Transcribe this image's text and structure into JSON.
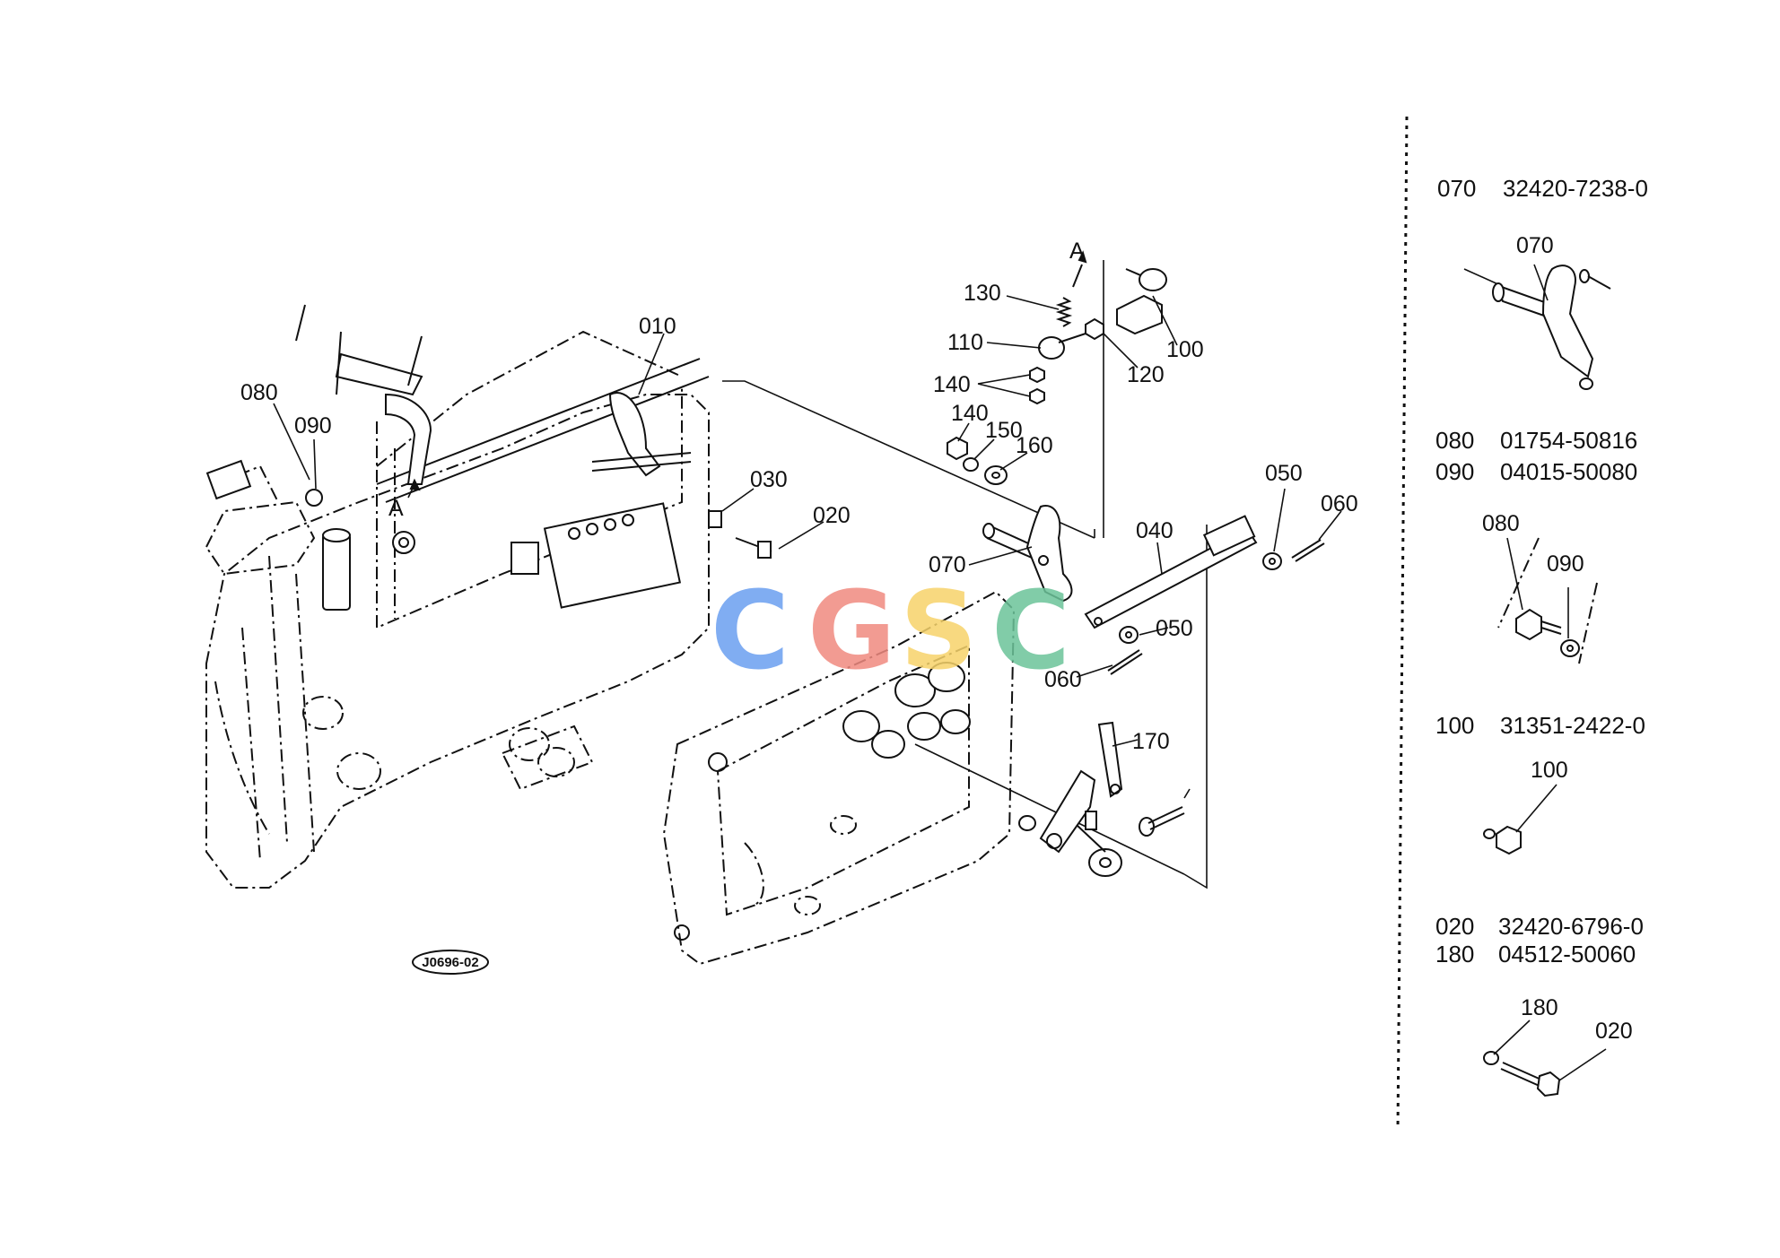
{
  "diagram": {
    "image_code": "J0696-02",
    "view_arrow_letter": "A",
    "callouts": [
      "010",
      "020",
      "030",
      "040",
      "050",
      "060",
      "070",
      "080",
      "090",
      "100",
      "110",
      "120",
      "130",
      "140",
      "150",
      "160",
      "170"
    ],
    "watermark": {
      "letters": [
        "C",
        "G",
        "S",
        "C"
      ],
      "colors": [
        "#6b9ff0",
        "#f08a80",
        "#f7d36b",
        "#6cc49a"
      ]
    }
  },
  "parts_list": [
    {
      "ref": "070",
      "part_no": "32420-7238-0",
      "detail_labels": [
        "070"
      ]
    },
    {
      "ref": "080",
      "part_no": "01754-50816"
    },
    {
      "ref": "090",
      "part_no": "04015-50080",
      "detail_labels": [
        "080",
        "090"
      ]
    },
    {
      "ref": "100",
      "part_no": "31351-2422-0",
      "detail_labels": [
        "100"
      ]
    },
    {
      "ref": "020",
      "part_no": "32420-6796-0"
    },
    {
      "ref": "180",
      "part_no": "04512-50060",
      "detail_labels": [
        "180",
        "020"
      ]
    }
  ]
}
